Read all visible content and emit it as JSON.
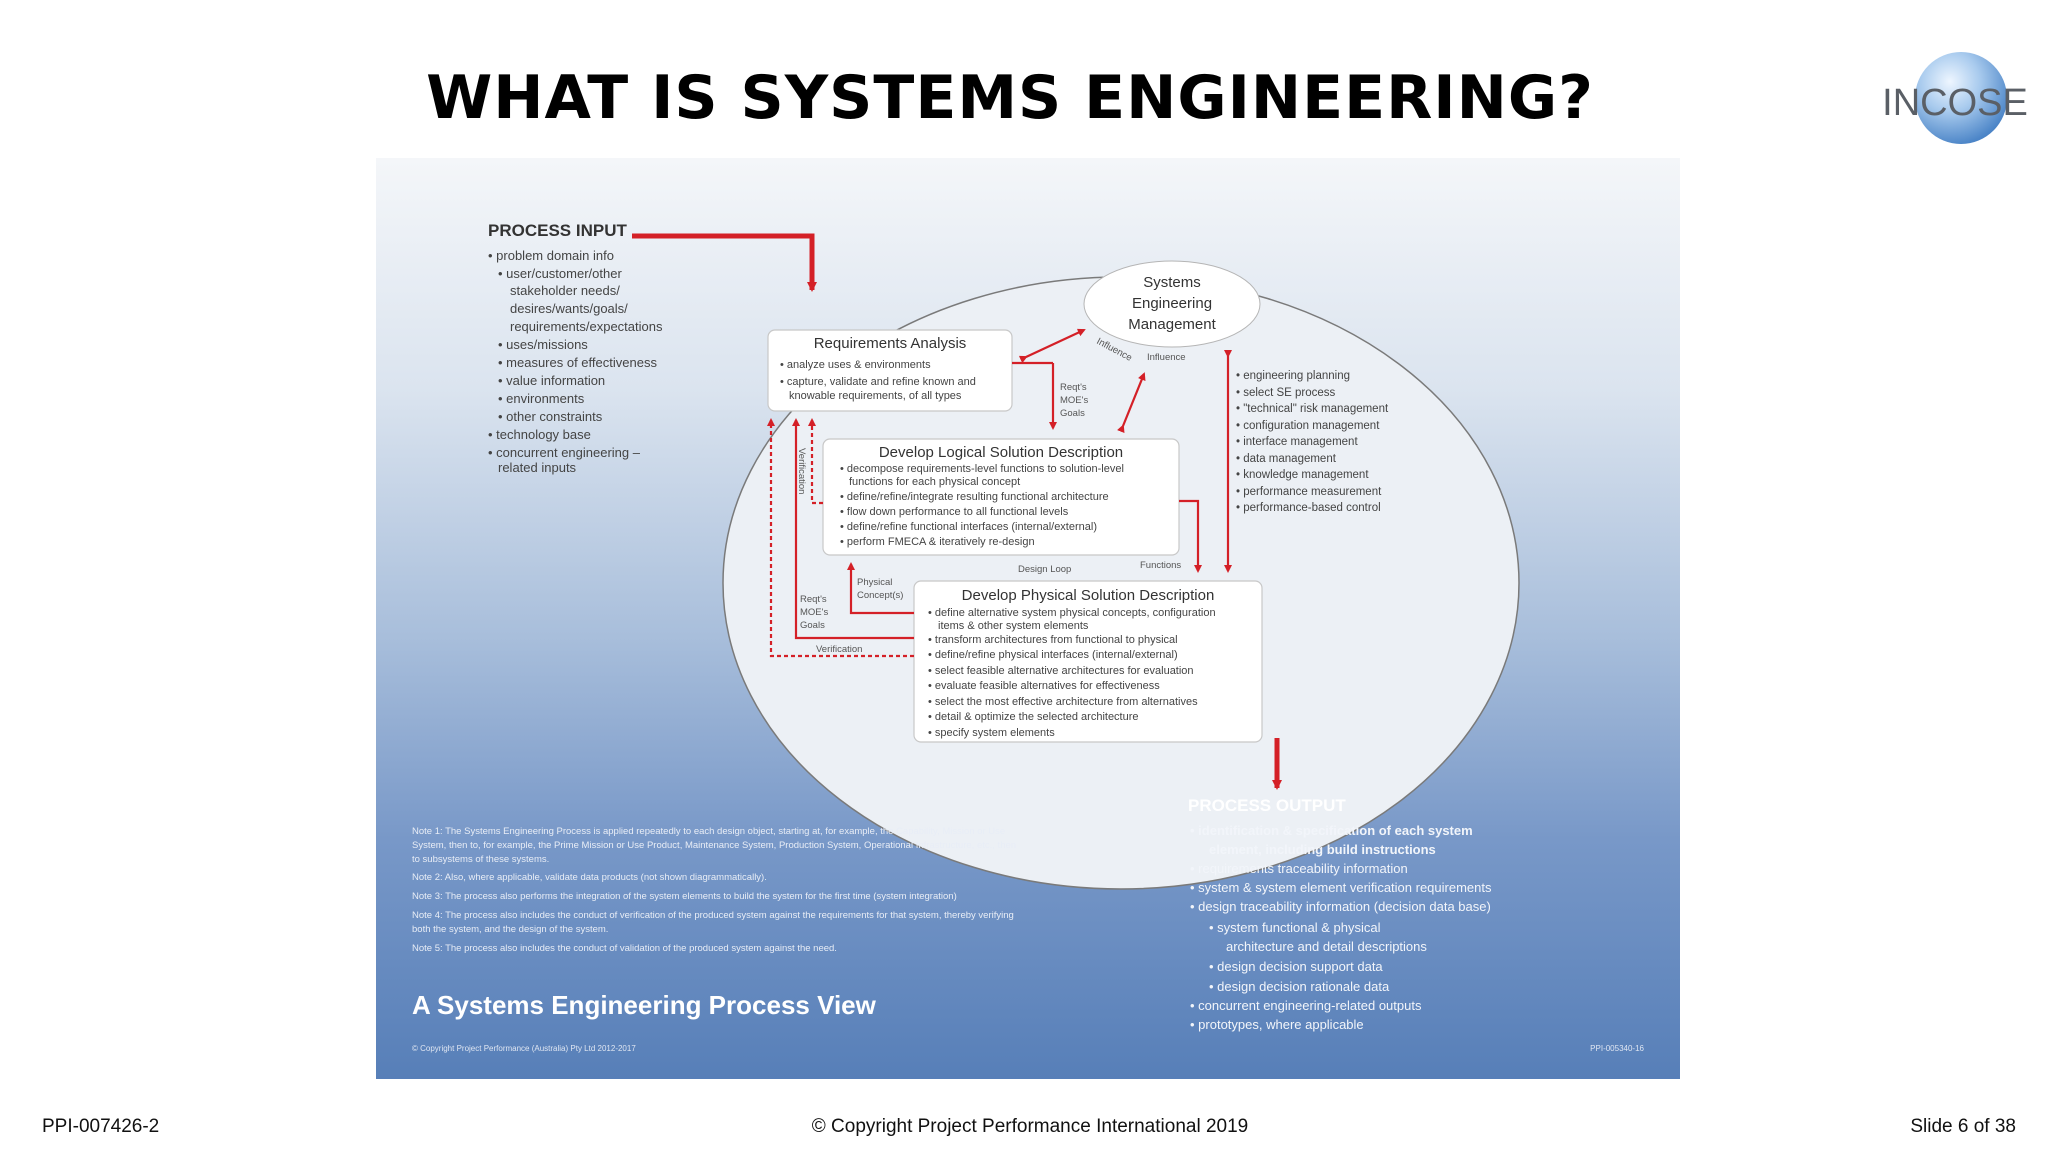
{
  "slide": {
    "title": "WHAT IS SYSTEMS ENGINEERING?",
    "logo_text": "INCOSE",
    "footer_left": "PPI-007426-2",
    "footer_center": "© Copyright Project Performance International 2019",
    "footer_right": "Slide 6 of 38"
  },
  "diagram": {
    "caption": "A Systems Engineering Process View",
    "copyright": "© Copyright Project Performance (Australia) Pty Ltd 2012-2017",
    "code": "PPI-005340-16",
    "process_input": {
      "heading": "PROCESS INPUT",
      "lines": [
        "• problem domain info",
        "• user/customer/other",
        "stakeholder needs/",
        "desires/wants/goals/",
        "requirements/expectations",
        "• uses/missions",
        "• measures of effectiveness",
        "• value information",
        "• environments",
        "• other constraints",
        "• technology base",
        "• concurrent engineering –",
        "related inputs"
      ]
    },
    "sem": {
      "lines": [
        "Systems",
        "Engineering",
        "Management"
      ],
      "items": [
        "• engineering planning",
        "• select SE process",
        "• \"technical\" risk management",
        "• configuration management",
        "• interface management",
        "• data management",
        "• knowledge management",
        "• performance measurement",
        "• performance-based control"
      ]
    },
    "requirements_analysis": {
      "title": "Requirements Analysis",
      "lines": [
        "• analyze uses & environments",
        "• capture, validate and refine known and",
        "knowable requirements, of all types"
      ]
    },
    "logical": {
      "title": "Develop Logical Solution Description",
      "lines": [
        "• decompose requirements-level functions to solution-level",
        "functions for each physical concept",
        "• define/refine/integrate resulting functional architecture",
        "• flow down performance to all functional levels",
        "• define/refine functional interfaces (internal/external)",
        "• perform FMECA & iteratively re-design"
      ]
    },
    "physical": {
      "title": "Develop Physical Solution Description",
      "lines": [
        "• define alternative system physical concepts, configuration",
        "items & other system elements",
        "• transform architectures from functional to physical",
        "• define/refine physical interfaces (internal/external)",
        "• select feasible alternative architectures for evaluation",
        "• evaluate feasible alternatives for effectiveness",
        "• select the most effective architecture from alternatives",
        "• detail & optimize the selected architecture",
        "• specify system elements"
      ]
    },
    "labels": {
      "influence_1": "Influence",
      "influence_2": "Influence",
      "reqts_top": [
        "Reqt's",
        "MOE's",
        "Goals"
      ],
      "reqts_bottom": [
        "Reqt's",
        "MOE's",
        "Goals"
      ],
      "verification_vertical": "Verification",
      "verification_bottom": "Verification",
      "physical_concepts": [
        "Physical",
        "Concept(s)"
      ],
      "design_loop": "Design Loop",
      "functions": "Functions"
    },
    "notes": [
      "Note 1: The Systems Engineering Process is applied repeatedly to each design object, starting at, for example, the Capability, Mission or Use",
      "System, then to, for example, the Prime Mission or Use Product, Maintenance System, Production System, Operational Infrastructure, etc., then",
      "to subsystems of these systems.",
      "Note 2: Also, where applicable, validate data products (not shown diagrammatically).",
      "Note 3: The process also performs the integration of the system elements to build the system for the first time (system integration)",
      "Note 4: The process also includes the conduct of verification of the produced system against the requirements for that system, thereby verifying",
      "both the system, and the design of the system.",
      "Note 5: The process also includes the conduct of validation of the produced system against the need."
    ],
    "process_output": {
      "heading": "PROCESS OUTPUT",
      "lines": [
        "• identification & specification of each system",
        "element, including build instructions",
        "• requirements traceability information",
        "• system & system element verification requirements",
        "• design traceability information (decision data base)",
        "• system functional & physical",
        "architecture and detail descriptions",
        "• design decision support data",
        "• design decision rationale data",
        "• concurrent engineering-related outputs",
        "• prototypes, where applicable"
      ]
    }
  },
  "colors": {
    "arrow_red": "#d42027",
    "box_border": "#c8c8c8",
    "title_text": "#000000",
    "output_text": "#ffffff"
  }
}
